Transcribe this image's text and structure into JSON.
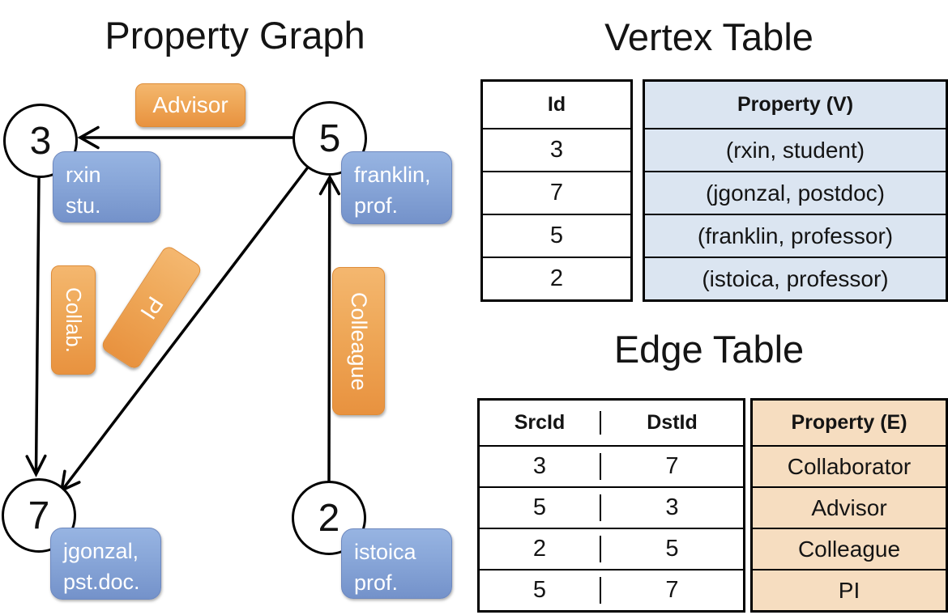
{
  "graph": {
    "title": "Property Graph",
    "vertices": [
      {
        "id": "3",
        "property": [
          "rxin",
          "stu."
        ]
      },
      {
        "id": "5",
        "property": [
          "franklin,",
          "prof."
        ]
      },
      {
        "id": "7",
        "property": [
          "jgonzal,",
          "pst.doc."
        ]
      },
      {
        "id": "2",
        "property": [
          "istoica",
          "prof."
        ]
      }
    ],
    "edges": [
      {
        "src": "5",
        "dst": "3",
        "label": "Advisor"
      },
      {
        "src": "3",
        "dst": "7",
        "label": "Collab."
      },
      {
        "src": "5",
        "dst": "7",
        "label": "PI"
      },
      {
        "src": "2",
        "dst": "5",
        "label": "Colleague"
      }
    ]
  },
  "vertex_table": {
    "title": "Vertex Table",
    "columns": [
      "Id",
      "Property (V)"
    ],
    "rows": [
      [
        "3",
        "(rxin, student)"
      ],
      [
        "7",
        "(jgonzal, postdoc)"
      ],
      [
        "5",
        "(franklin, professor)"
      ],
      [
        "2",
        "(istoica, professor)"
      ]
    ]
  },
  "edge_table": {
    "title": "Edge Table",
    "columns": [
      "SrcId",
      "DstId",
      "Property (E)"
    ],
    "rows": [
      [
        "3",
        "7",
        "Collaborator"
      ],
      [
        "5",
        "3",
        "Advisor"
      ],
      [
        "2",
        "5",
        "Colleague"
      ],
      [
        "5",
        "7",
        "PI"
      ]
    ]
  },
  "colors": {
    "edge_label_orange": "#ef9f4b",
    "vertex_label_blue": "#84a3d6",
    "vertex_table_fill": "#dbe5f1",
    "edge_table_fill": "#f6ddc0",
    "line": "#000000"
  }
}
